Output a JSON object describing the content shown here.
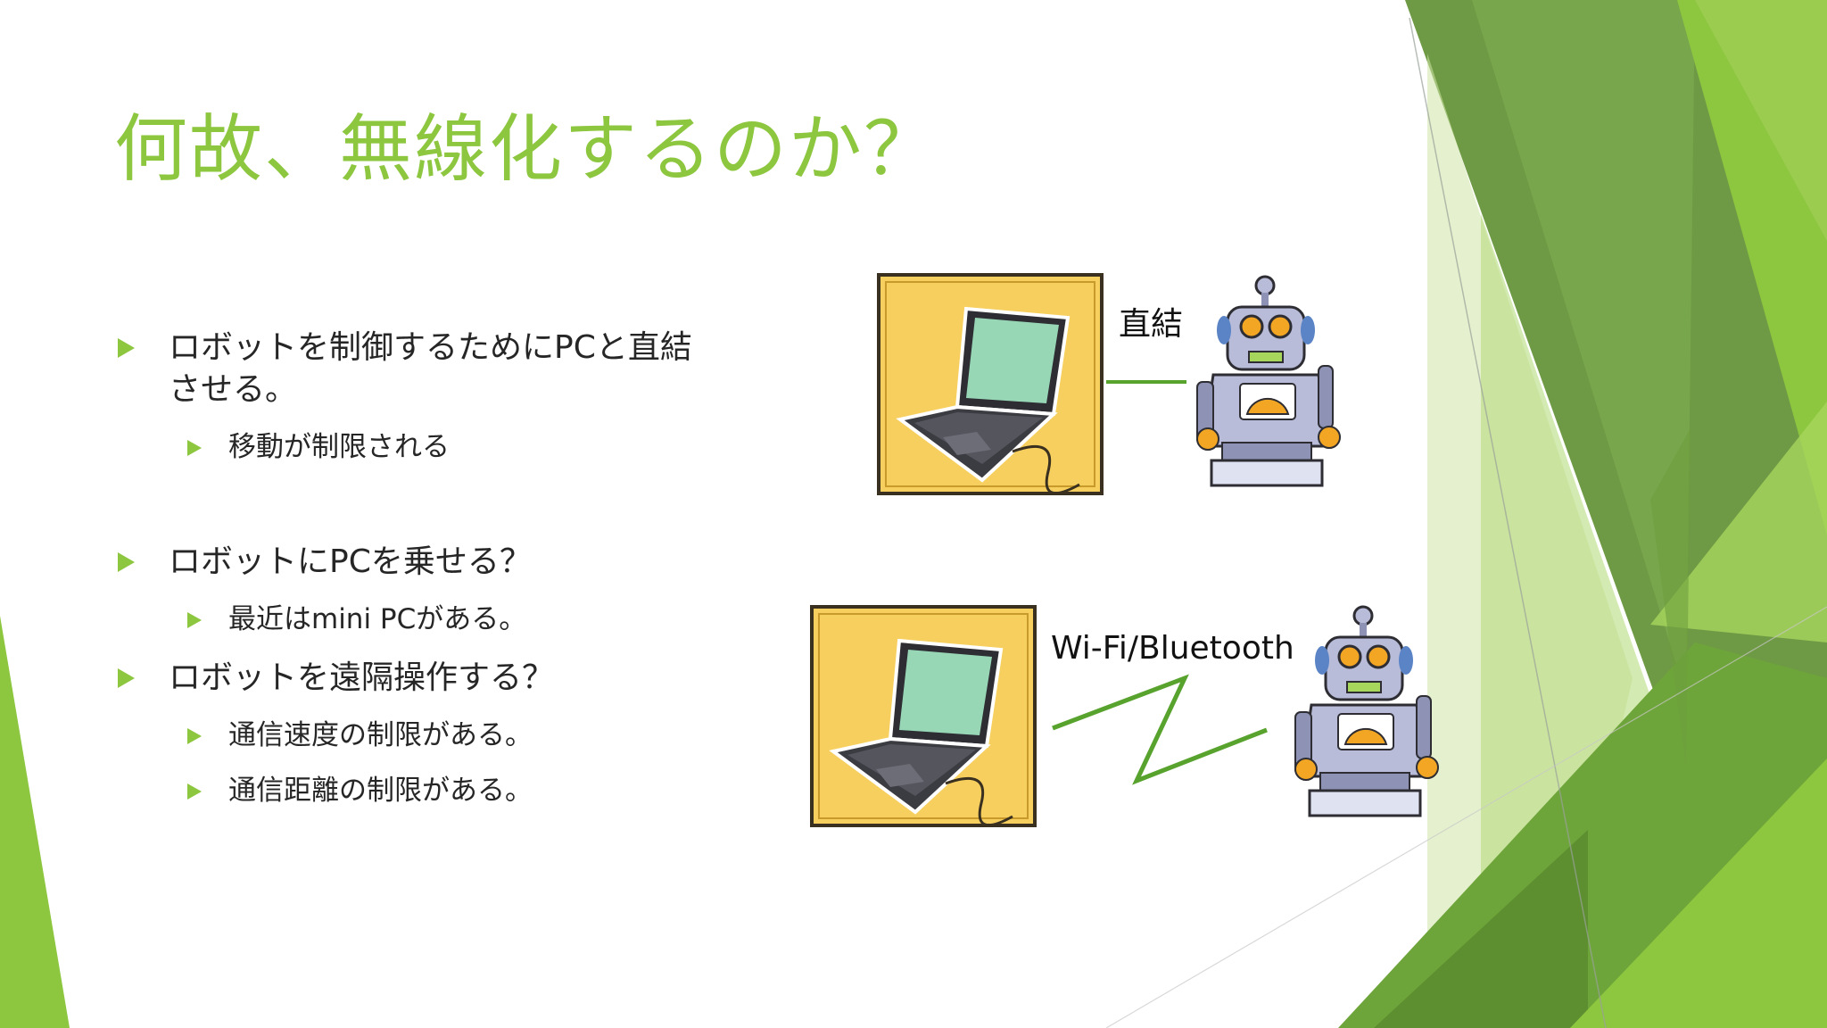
{
  "slide": {
    "title": "何故、無線化するのか？",
    "bullets": [
      {
        "text": "ロボットを制御するためにPCと直結させる。"
      },
      {
        "text": "移動が制限される"
      },
      {
        "text": "ロボットにPCを乗せる？"
      },
      {
        "text": "最近はmini PCがある。"
      },
      {
        "text": "ロボットを遠隔操作する？"
      },
      {
        "text": "通信速度の制限がある。"
      },
      {
        "text": "通信距離の制限がある。"
      }
    ],
    "diagram": {
      "wired_label": "直結",
      "wireless_label": "Wi-Fi/Bluetooth"
    }
  },
  "colors": {
    "accent": "#8dc63f",
    "title": "#8dc63f",
    "text": "#262626",
    "laptop_frame": "#f7cf5f",
    "screen": "#98d7b6",
    "robot_body": "#b8bcd8",
    "robot_accent": "#f2a623"
  },
  "icons": [
    "bullet-triangle-icon",
    "laptop-icon",
    "robot-icon",
    "zigzag-wireless-icon"
  ]
}
